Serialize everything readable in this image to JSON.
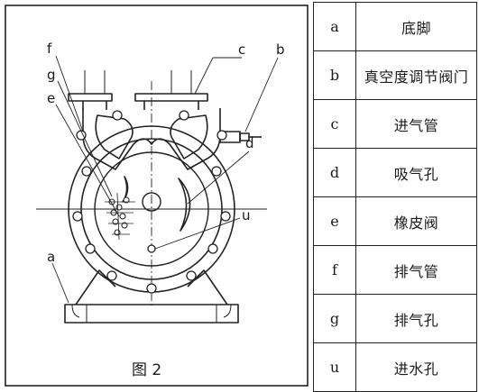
{
  "figure": {
    "caption": "图 2",
    "callouts": [
      "f",
      "g",
      "e",
      "c",
      "b",
      "d",
      "u",
      "a"
    ]
  },
  "legend": [
    {
      "key": "a",
      "label": "底脚"
    },
    {
      "key": "b",
      "label": "真空度调节阀门"
    },
    {
      "key": "c",
      "label": "进气管"
    },
    {
      "key": "d",
      "label": "吸气孔"
    },
    {
      "key": "e",
      "label": "橡皮阀"
    },
    {
      "key": "f",
      "label": "排气管"
    },
    {
      "key": "g",
      "label": "排气孔"
    },
    {
      "key": "u",
      "label": "进水孔"
    }
  ]
}
